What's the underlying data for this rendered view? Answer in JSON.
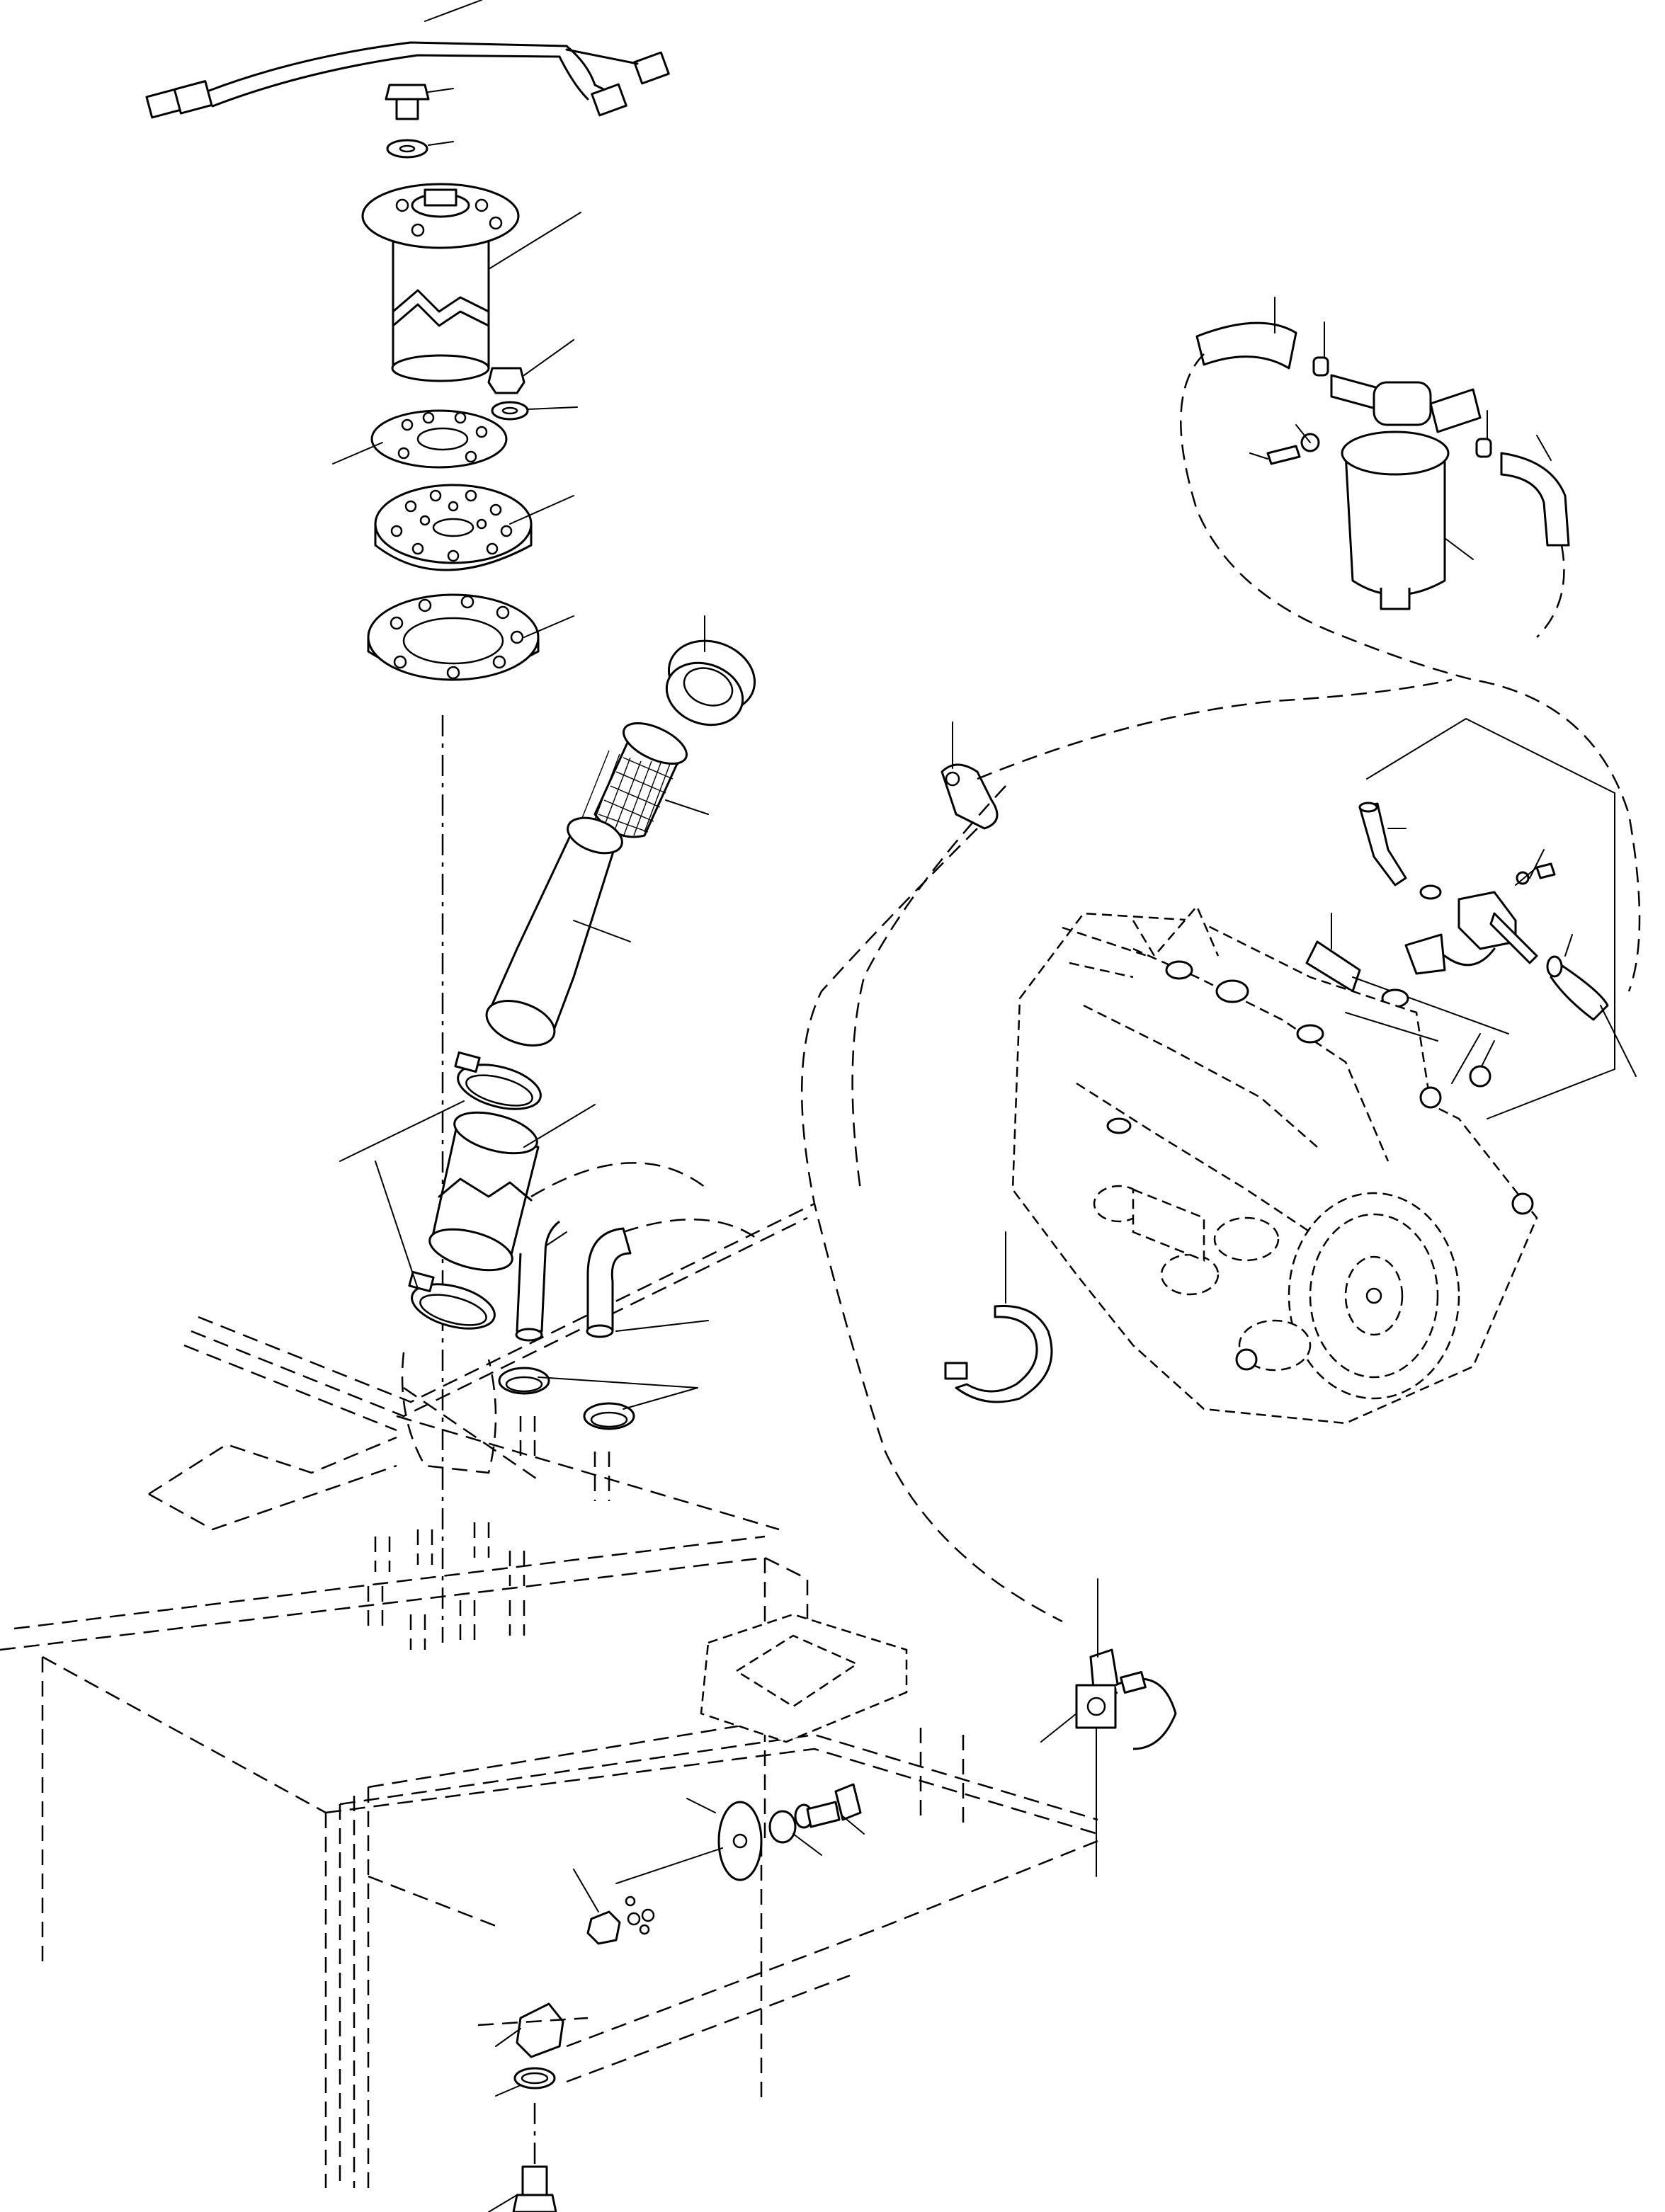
{
  "figure": {
    "kind": "exploded parts diagram",
    "colors": {
      "ink": "#000000",
      "paper": "#ffffff"
    },
    "leader_lines_without_numbers": true,
    "parts": [
      "wiring-harness",
      "bolt",
      "washer",
      "fuel-level-sender",
      "nut",
      "lock-washer",
      "sender-gasket",
      "sender-mounting-plate",
      "tank-flange-gasket",
      "filler-cap",
      "filler-strainer",
      "filler-neck-hose",
      "hose-clamps",
      "filler-tube",
      "vent-hose",
      "return-hose",
      "fuel-filter",
      "fuel-line-clip",
      "electric-fuel-pump",
      "engine",
      "hose-band",
      "line-clamp",
      "drain-plate",
      "bolt-and-washer",
      "drain-plug",
      "copper-gasket",
      "plug-bolt",
      "fuel-tank"
    ]
  }
}
